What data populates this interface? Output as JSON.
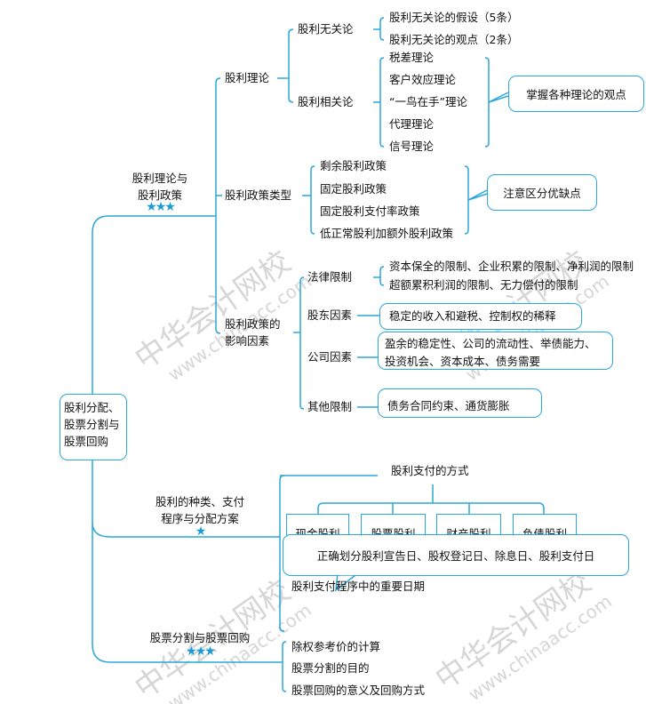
{
  "root": "股利分配、\n股票分割与\n股票回购",
  "watermark": {
    "cn": "中华会计网校",
    "url": "www.chinaacc.com"
  },
  "colors": {
    "line": "#2aa7dc",
    "star": "#1a9bd7"
  },
  "branch1": {
    "label_1": "股利理论与",
    "label_2": "股利政策",
    "stars": "★★★",
    "theory": {
      "label": "股利理论",
      "irrelevance": {
        "label": "股利无关论",
        "items": [
          "股利无关论的假设（5条）",
          "股利无关论的观点（2条）"
        ]
      },
      "relevance": {
        "label": "股利相关论",
        "items": [
          "税差理论",
          "客户效应理论",
          "“一鸟在手”理论",
          "代理理论",
          "信号理论"
        ],
        "note": "掌握各种理论的观点"
      }
    },
    "policy_types": {
      "label": "股利政策类型",
      "items": [
        "剩余股利政策",
        "固定股利政策",
        "固定股利支付率政策",
        "低正常股利加额外股利政策"
      ],
      "note": "注意区分优缺点"
    },
    "factors": {
      "label_1": "股利政策的",
      "label_2": "影响因素",
      "legal": {
        "label": "法律限制",
        "items": [
          "资本保全的限制、企业积累的限制、净利润的限制",
          "超额累积利润的限制、无力偿付的限制"
        ]
      },
      "shareholder": {
        "label": "股东因素",
        "note": "稳定的收入和避税、控制权的稀释"
      },
      "company": {
        "label": "公司因素",
        "note_1": "盈余的稳定性、公司的流动性、举债能力、",
        "note_2": "投资机会、资本成本、债务需要"
      },
      "other": {
        "label": "其他限制",
        "note": "债务合同约束、通货膨胀"
      }
    }
  },
  "branch2": {
    "label_1": "股利的种类、支付",
    "label_2": "程序与分配方案",
    "stars": "★",
    "payment_methods": {
      "label": "股利支付的方式",
      "items": [
        "现金股利",
        "股票股利",
        "财产股利",
        "负债股利"
      ]
    },
    "dates": {
      "label": "股利支付程序中的重要日期",
      "note": "正确划分股利宣告日、股权登记日、除息日、股利支付日"
    }
  },
  "branch3": {
    "label": "股票分割与股票回购",
    "stars": "★★★",
    "items": [
      "除权参考价的计算",
      "股票分割的目的",
      "股票回购的意义及回购方式"
    ]
  }
}
